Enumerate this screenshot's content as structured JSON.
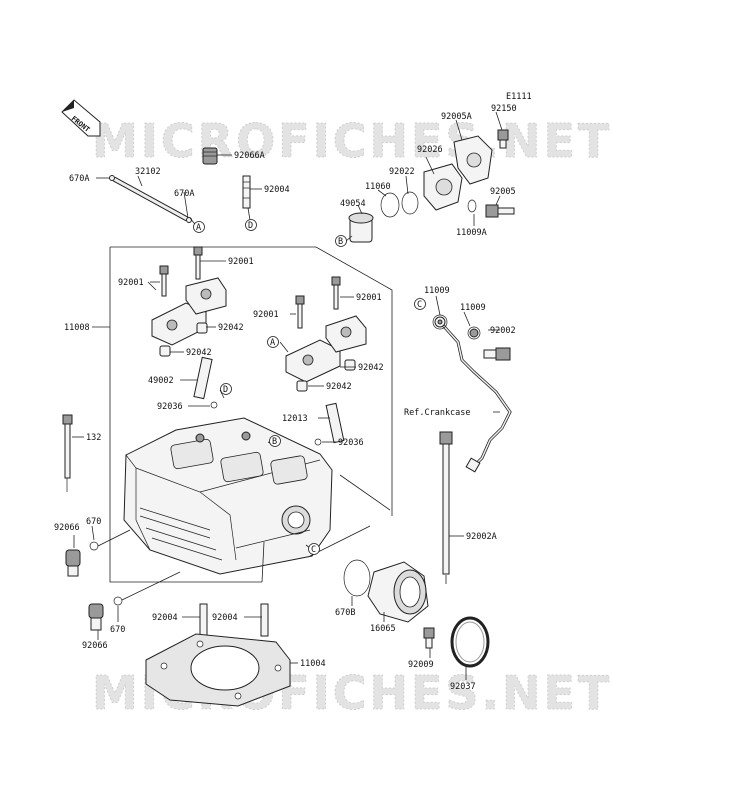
{
  "diagram": {
    "code": "E1111",
    "front_label": "FRONT",
    "watermark": "MICROFICHES.NET",
    "ref_label": "Ref.Crankcase",
    "parts": {
      "p92150": "92150",
      "p92005A": "92005A",
      "p92066A": "92066A",
      "p92026": "92026",
      "p670A_left": "670A",
      "p32102": "32102",
      "p670A_right": "670A",
      "p92004_top": "92004",
      "p11060": "11060",
      "p92022": "92022",
      "p49054": "49054",
      "p92005": "92005",
      "p11009A": "11009A",
      "p92001_a": "92001",
      "p92001_b": "92001",
      "p92001_c": "92001",
      "p92001_d": "92001",
      "p11008": "11008",
      "p92042_a": "92042",
      "p92042_b": "92042",
      "p92042_c": "92042",
      "p92042_d": "92042",
      "p49002": "49002",
      "p92036_a": "92036",
      "p92036_b": "92036",
      "p12013": "12013",
      "p11009_a": "11009",
      "p11009_b": "11009",
      "p92002": "92002",
      "p132": "132",
      "p92066_a": "92066",
      "p670_a": "670",
      "p670_b": "670",
      "p92066_b": "92066",
      "p92002A": "92002A",
      "p92004_a": "92004",
      "p92004_b": "92004",
      "p670B": "670B",
      "p16065": "16065",
      "p11004": "11004",
      "p92009": "92009",
      "p92037": "92037"
    },
    "callouts": {
      "A1": "A",
      "A2": "A",
      "B1": "B",
      "B2": "B",
      "C1": "C",
      "C2": "C",
      "D1": "D",
      "D2": "D"
    }
  }
}
